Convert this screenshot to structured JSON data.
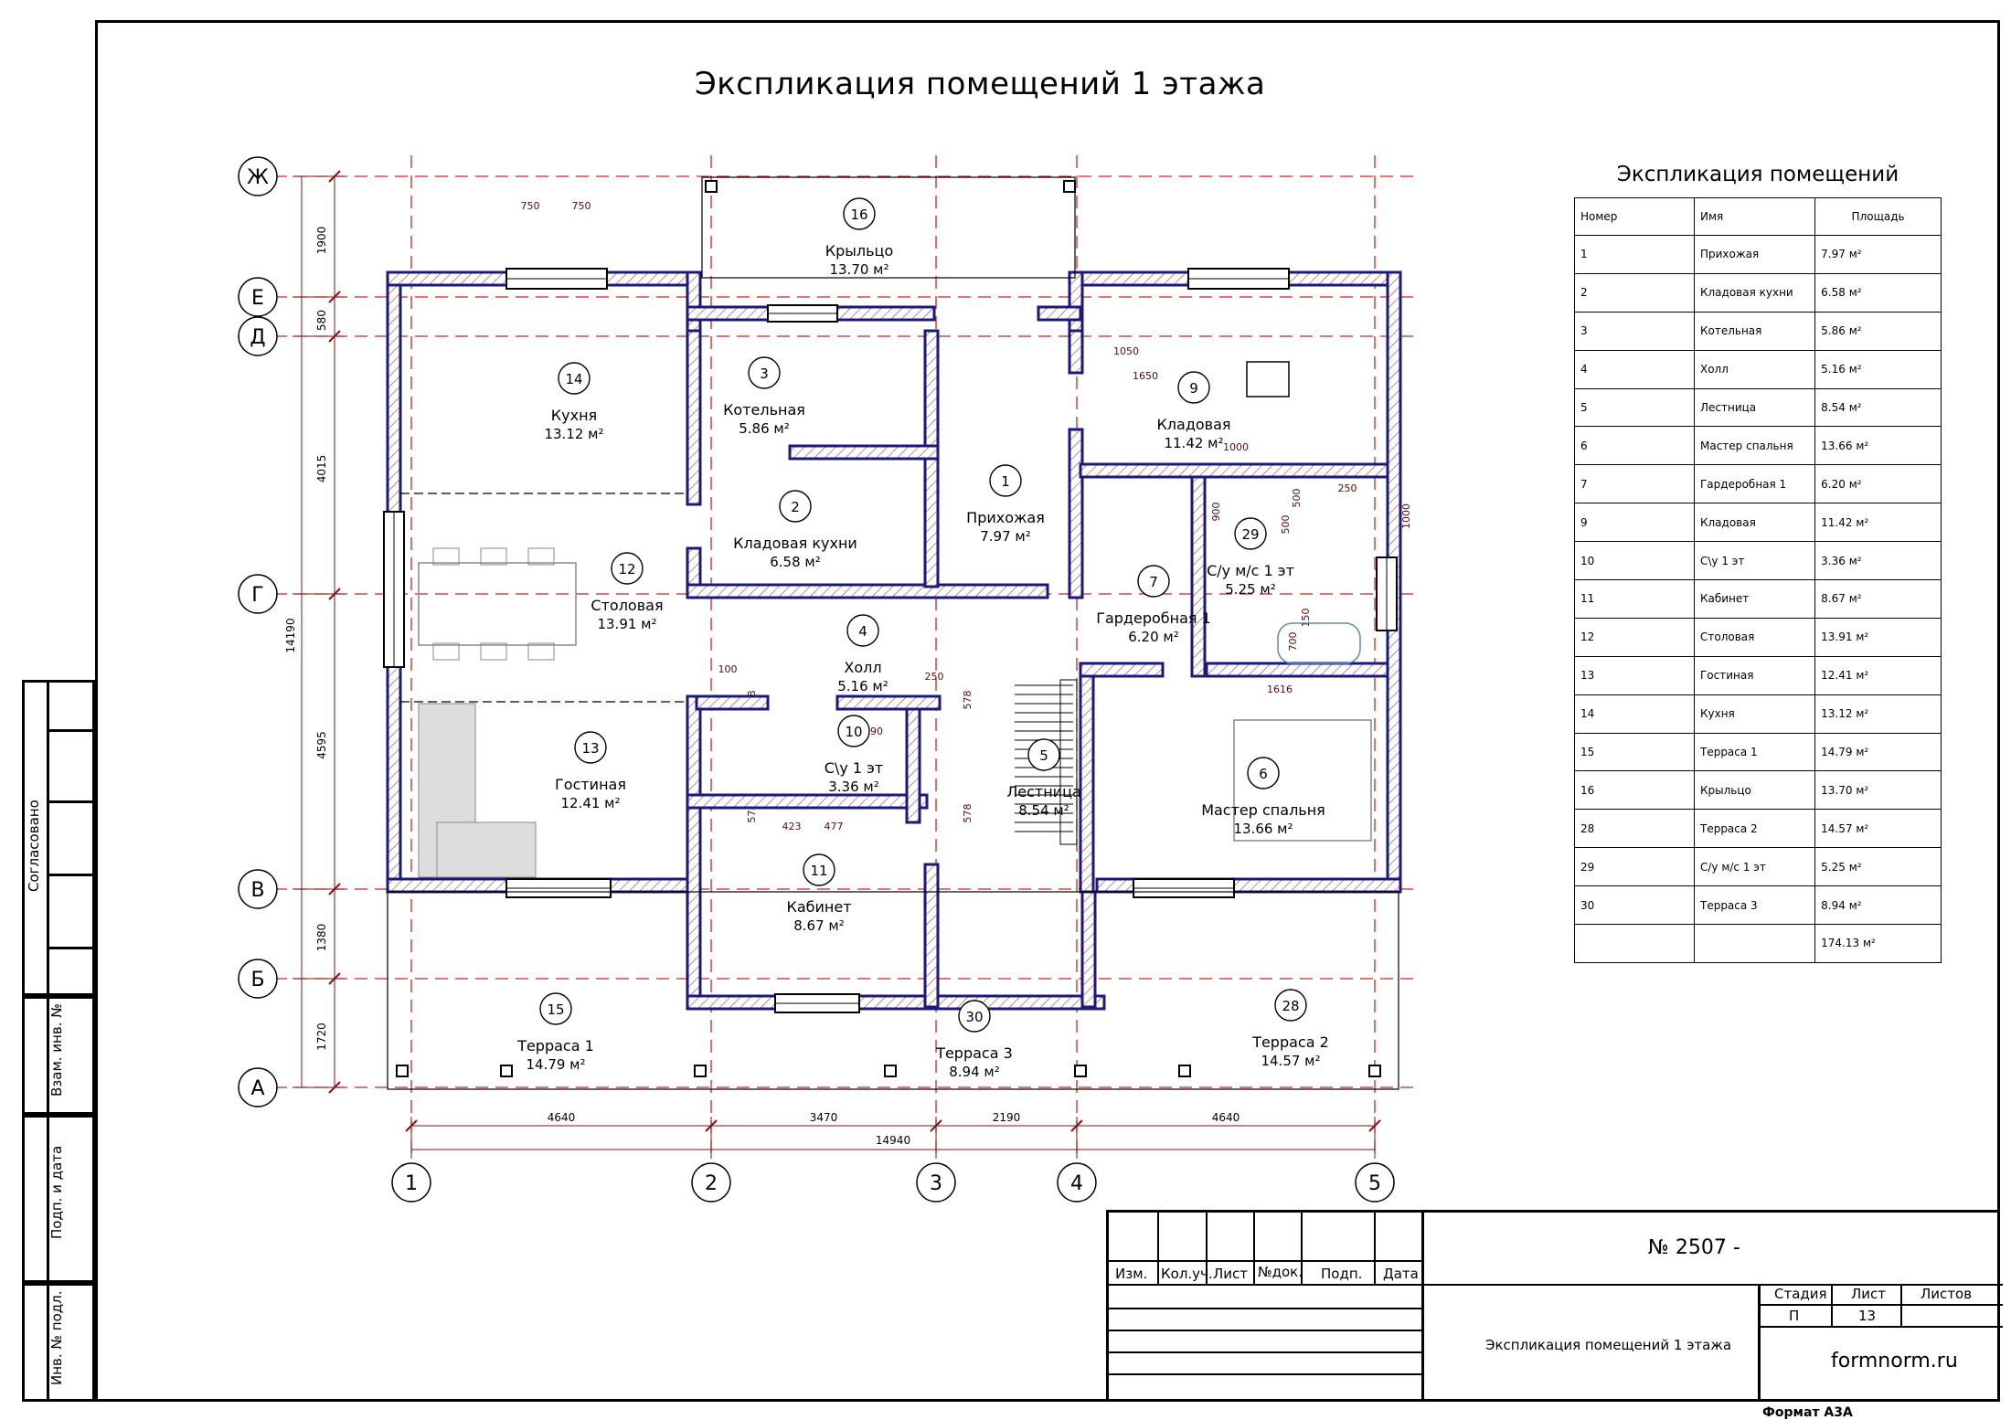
{
  "drawing_title": "Экспликация помещений 1 этажа",
  "explication": {
    "title": "Экспликация помещений",
    "headers": {
      "number": "Номер",
      "name": "Имя",
      "area": "Площадь"
    },
    "rows": [
      {
        "number": "1",
        "name": "Прихожая",
        "area": "7.97 м²"
      },
      {
        "number": "2",
        "name": "Кладовая кухни",
        "area": "6.58 м²"
      },
      {
        "number": "3",
        "name": "Котельная",
        "area": "5.86 м²"
      },
      {
        "number": "4",
        "name": "Холл",
        "area": "5.16 м²"
      },
      {
        "number": "5",
        "name": "Лестница",
        "area": "8.54 м²"
      },
      {
        "number": "6",
        "name": "Мастер спальня",
        "area": "13.66 м²"
      },
      {
        "number": "7",
        "name": "Гардеробная 1",
        "area": "6.20 м²"
      },
      {
        "number": "9",
        "name": "Кладовая",
        "area": "11.42 м²"
      },
      {
        "number": "10",
        "name": "С\\у 1 эт",
        "area": "3.36 м²"
      },
      {
        "number": "11",
        "name": "Кабинет",
        "area": "8.67 м²"
      },
      {
        "number": "12",
        "name": "Столовая",
        "area": "13.91 м²"
      },
      {
        "number": "13",
        "name": "Гостиная",
        "area": "12.41 м²"
      },
      {
        "number": "14",
        "name": "Кухня",
        "area": "13.12 м²"
      },
      {
        "number": "15",
        "name": "Терраса 1",
        "area": "14.79 м²"
      },
      {
        "number": "16",
        "name": "Крыльцо",
        "area": "13.70 м²"
      },
      {
        "number": "28",
        "name": "Терраса 2",
        "area": "14.57 м²"
      },
      {
        "number": "29",
        "name": "С/у м/с 1 эт",
        "area": "5.25 м²"
      },
      {
        "number": "30",
        "name": "Терраса 3",
        "area": "8.94 м²"
      }
    ],
    "total": "174.13 м²"
  },
  "plan": {
    "axes_letters": [
      "Ж",
      "Е",
      "Д",
      "Г",
      "В",
      "Б",
      "А"
    ],
    "axes_numbers": [
      "1",
      "2",
      "3",
      "4",
      "5"
    ],
    "vertical_dims": [
      "1900",
      "580",
      "4015",
      "4595",
      "1380",
      "1720"
    ],
    "vertical_total": "14190",
    "horizontal_dims": [
      "4640",
      "3470",
      "2190",
      "4640"
    ],
    "horizontal_total": "14940",
    "detail_dims": [
      "750",
      "750",
      "1050",
      "1650",
      "1000",
      "500",
      "500",
      "900",
      "250",
      "1000",
      "150",
      "700",
      "1616",
      "100",
      "578",
      "578",
      "578",
      "578",
      "250",
      "1690",
      "423",
      "477"
    ],
    "rooms": [
      {
        "num": "16",
        "name": "Крыльцо",
        "area": "13.70 м²"
      },
      {
        "num": "14",
        "name": "Кухня",
        "area": "13.12 м²"
      },
      {
        "num": "3",
        "name": "Котельная",
        "area": "5.86 м²"
      },
      {
        "num": "2",
        "name": "Кладовая кухни",
        "area": "6.58 м²"
      },
      {
        "num": "1",
        "name": "Прихожая",
        "area": "7.97 м²"
      },
      {
        "num": "9",
        "name": "Кладовая",
        "area": "11.42 м²"
      },
      {
        "num": "29",
        "name": "С/у м/с 1 эт",
        "area": "5.25 м²"
      },
      {
        "num": "12",
        "name": "Столовая",
        "area": "13.91 м²"
      },
      {
        "num": "4",
        "name": "Холл",
        "area": "5.16 м²"
      },
      {
        "num": "7",
        "name": "Гардеробная 1",
        "area": "6.20 м²"
      },
      {
        "num": "10",
        "name": "С\\у 1 эт",
        "area": "3.36 м²"
      },
      {
        "num": "13",
        "name": "Гостиная",
        "area": "12.41 м²"
      },
      {
        "num": "5",
        "name": "Лестница",
        "area": "8.54 м²"
      },
      {
        "num": "6",
        "name": "Мастер спальня",
        "area": "13.66 м²"
      },
      {
        "num": "11",
        "name": "Кабинет",
        "area": "8.67 м²"
      },
      {
        "num": "15",
        "name": "Терраса 1",
        "area": "14.79 м²"
      },
      {
        "num": "30",
        "name": "Терраса 3",
        "area": "8.94 м²"
      },
      {
        "num": "28",
        "name": "Терраса 2",
        "area": "14.57 м²"
      }
    ]
  },
  "side_stamp": {
    "agreed": "Согласовано",
    "inv_replace": "Взам. инв. №",
    "sign_date": "Подп. и дата",
    "inv_original": "Инв. № подл."
  },
  "title_block": {
    "doc_number": "№ 2507 -",
    "cols": [
      "Изм.",
      "Кол.уч.",
      "Лист",
      "№док.",
      "Подп.",
      "Дата"
    ],
    "stage_label": "Стадия",
    "sheet_label": "Лист",
    "sheets_label": "Листов",
    "stage_value": "П",
    "sheet_value": "13",
    "sheet_title": "Экспликация помещений 1 этажа",
    "company": "formnorm.ru"
  },
  "format_label": "Формат А3А",
  "colors": {
    "wall": "#1a1a7a",
    "axis": "#d42020",
    "dim": "#8a1010",
    "hatch": "#a04040"
  }
}
